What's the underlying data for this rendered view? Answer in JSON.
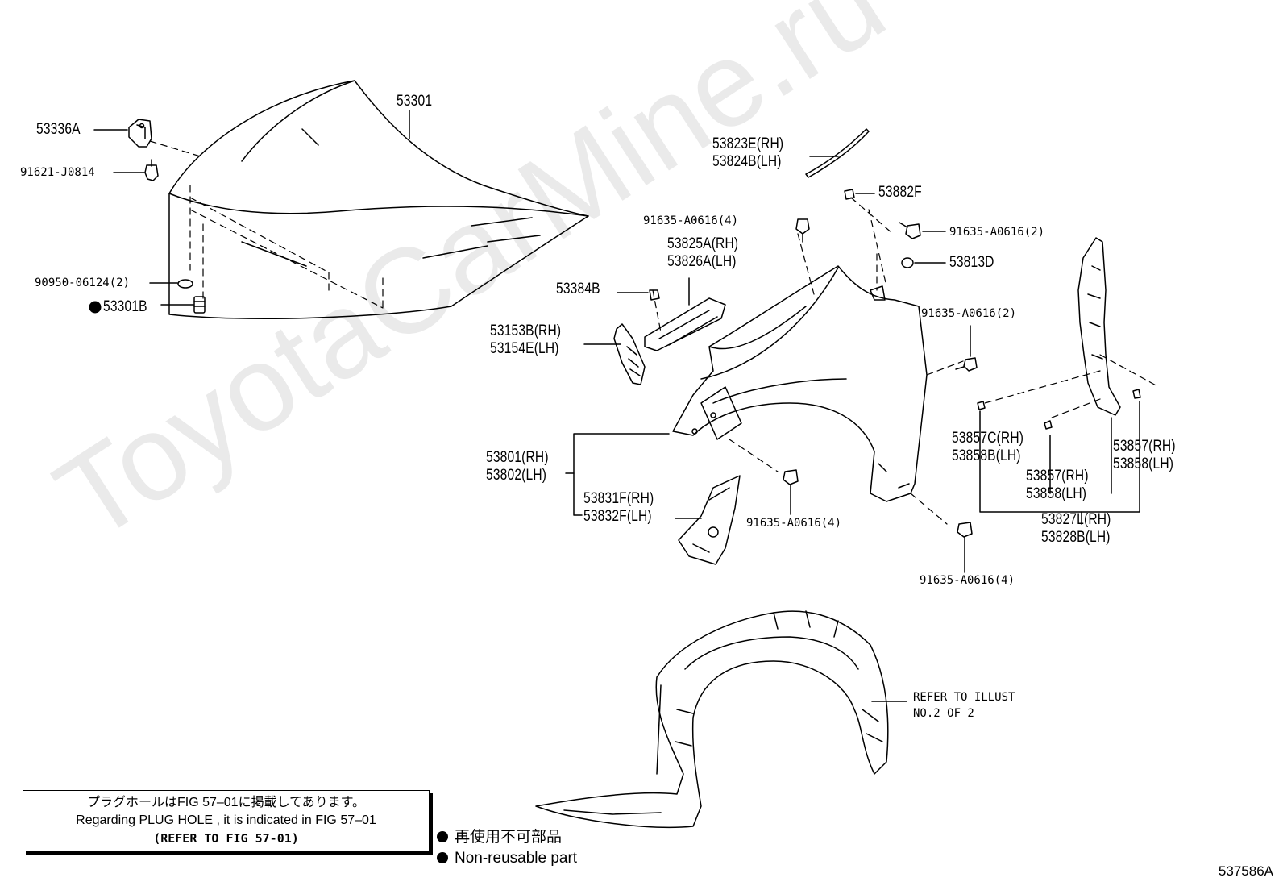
{
  "watermark": "ToyotaCarMine.ru",
  "labels": {
    "p53301": "53301",
    "p53336A": "53336A",
    "p91621J0814": "91621-J0814",
    "p9095006124": "90950-06124(2)",
    "p53301B": "53301B",
    "p53823E": "53823E(RH)",
    "p53824B": "53824B(LH)",
    "p53882F": "53882F",
    "p91635top": "91635-A0616(4)",
    "p91635right2": "91635-A0616(2)",
    "p53825A": "53825A(RH)",
    "p53826A": "53826A(LH)",
    "p53813D": "53813D",
    "p53384B": "53384B",
    "p91635mid2": "91635-A0616(2)",
    "p53153B": "53153B(RH)",
    "p53154E": "53154E(LH)",
    "p53857C": "53857C(RH)",
    "p53858Bleft": "53858B(LH)",
    "p53857right": "53857(RH)",
    "p53858right": "53858(LH)",
    "p53801": "53801(RH)",
    "p53802": "53802(LH)",
    "p53857mid": "53857(RH)",
    "p53858mid": "53858(LH)",
    "p53831F": "53831F(RH)",
    "p53832F": "53832F(LH)",
    "p91635lower": "91635-A0616(4)",
    "p53827L": "53827L(RH)",
    "p53828B": "53828B(LH)",
    "p91635bottom": "91635-A0616(4)"
  },
  "refer_note": {
    "line1": "REFER TO ILLUST",
    "line2": "NO.2 OF 2"
  },
  "plug_box": {
    "jp": "プラグホールはFIG 57–01に掲載してあります。",
    "en": "Regarding  PLUG  HOLE , it is indicated in  FIG  57–01",
    "ref": "(REFER TO FIG 57-01)"
  },
  "legend": {
    "jp": "再使用不可部品",
    "en": "Non-reusable part"
  },
  "figure_id": "537586A"
}
